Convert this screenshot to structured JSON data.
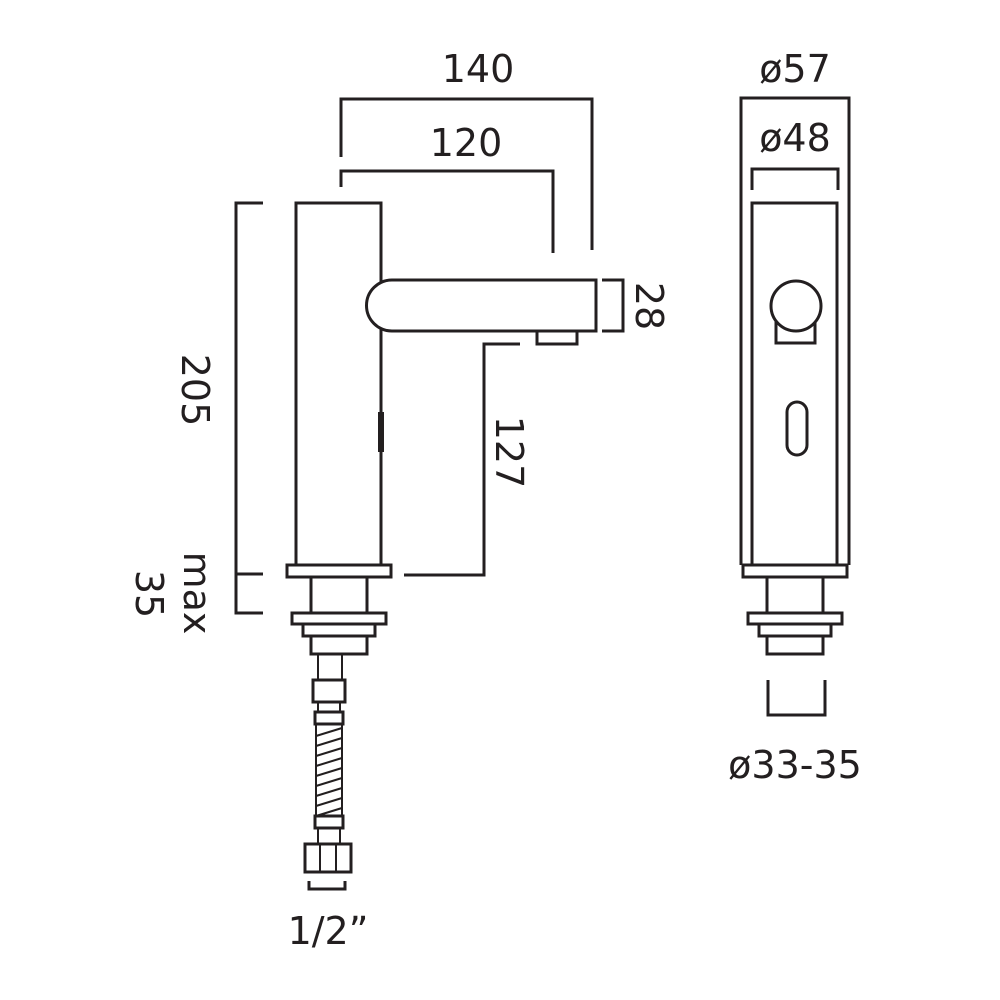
{
  "dimensions": {
    "overall_reach": "140",
    "spout_reach": "120",
    "spout_height": "28",
    "total_height": "205",
    "outlet_height": "127",
    "max_deck_label": "max",
    "max_deck_value": "35",
    "connection_size": "1/2”",
    "body_outer_diameter": "ø57",
    "body_inner_diameter": "ø48",
    "hole_diameter": "ø33-35"
  },
  "colors": {
    "line": "#231f20",
    "background": "#ffffff"
  }
}
